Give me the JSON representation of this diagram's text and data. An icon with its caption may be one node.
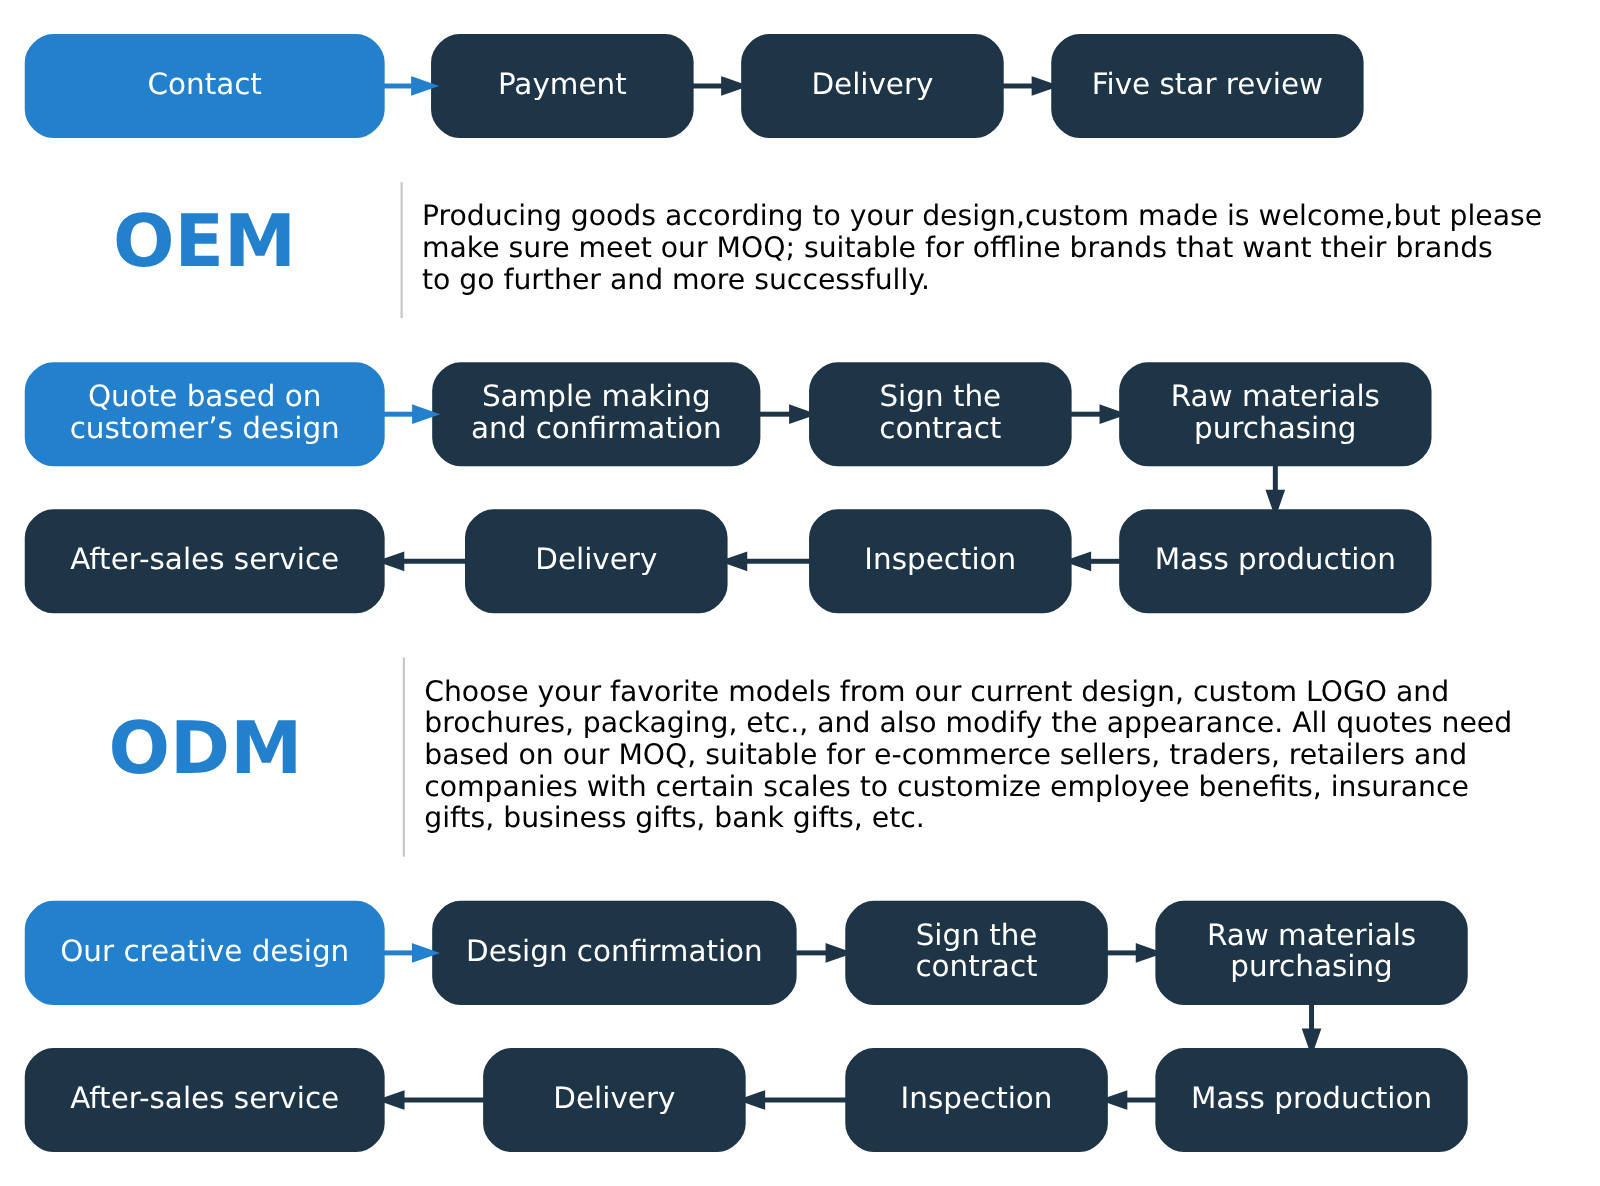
{
  "diagram": {
    "nodes": [
      {
        "text": [
          "Contact"
        ]
      },
      {
        "text": [
          "Payment"
        ]
      },
      {
        "text": [
          "Delivery"
        ]
      },
      {
        "text": [
          "Five star review"
        ]
      },
      {
        "text": [
          "Quote based on customer’s design"
        ]
      },
      {
        "text": [
          "Sample making and confirmation"
        ]
      },
      {
        "text": [
          "Sign the contract"
        ]
      },
      {
        "text": [
          "Raw materials purchasing"
        ]
      },
      {
        "text": [
          "After-sales service"
        ]
      },
      {
        "text": [
          "Delivery"
        ]
      },
      {
        "text": [
          "Inspection"
        ]
      },
      {
        "text": [
          "Mass production"
        ]
      },
      {
        "text": [
          "Our creative design"
        ]
      },
      {
        "text": [
          "Design confirmation"
        ]
      },
      {
        "text": [
          "Sign the contract"
        ]
      },
      {
        "text": [
          "Raw materials purchasing"
        ]
      },
      {
        "text": [
          "After-sales service"
        ]
      },
      {
        "text": [
          "Delivery"
        ]
      },
      {
        "text": [
          "Inspection"
        ]
      },
      {
        "text": [
          "Mass production"
        ]
      }
    ],
    "edges": [
      {
        "from": 0,
        "to": 1,
        "arrow": "to",
        "color": "#2380cc"
      },
      {
        "from": 1,
        "to": 2,
        "arrow": "to"
      },
      {
        "from": 2,
        "to": 3,
        "arrow": "to"
      },
      {
        "from": 4,
        "to": 5,
        "arrow": "to",
        "color": "#2380cc"
      },
      {
        "from": 5,
        "to": 6,
        "arrow": "to"
      },
      {
        "from": 6,
        "to": 7,
        "arrow": "to"
      },
      {
        "from": 7,
        "to": 11,
        "arrow": "to"
      },
      {
        "from": 11,
        "to": 10,
        "arrow": "to"
      },
      {
        "from": 10,
        "to": 9,
        "arrow": "to"
      },
      {
        "from": 9,
        "to": 8,
        "arrow": "to"
      },
      {
        "from": 12,
        "to": 13,
        "arrow": "to",
        "color": "#2380cc"
      },
      {
        "from": 13,
        "to": 14,
        "arrow": "to"
      },
      {
        "from": 14,
        "to": 15,
        "arrow": "to"
      },
      {
        "from": 15,
        "to": 19,
        "arrow": "to"
      },
      {
        "from": 19,
        "to": 18,
        "arrow": "to"
      },
      {
        "from": 18,
        "to": 17,
        "arrow": "to"
      },
      {
        "from": 17,
        "to": 16,
        "arrow": "to"
      }
    ],
    "labels": [
      "OEM",
      "Producing goods according to your design,custom made is welcome,but please make sure meet our MOQ; suitable for offline brands that want their brands to go further and more successfully.",
      "ODM",
      "Choose your favorite models from our current design, custom LOGO and brochures, packaging, etc., and also modify the appearance. All quotes need based on our MOQ, suitable for e-commerce sellers, traders, retailers and companies with certain scales to customize employee benefits, insurance gifts, business gifts, bank gifts, etc."
    ]
  }
}
